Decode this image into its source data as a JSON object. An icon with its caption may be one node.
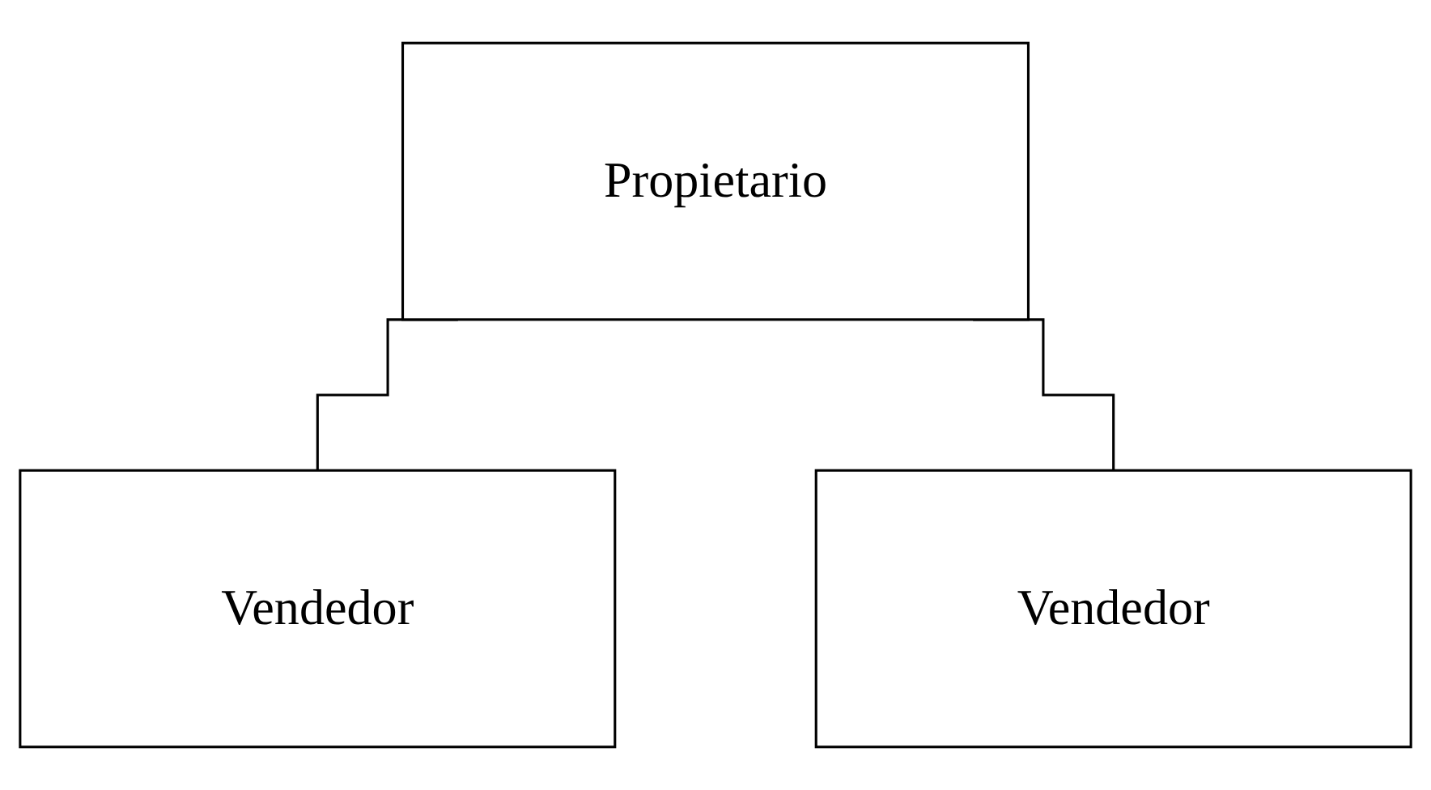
{
  "diagram": {
    "nodes": [
      {
        "text": [
          "Propietario"
        ]
      },
      {
        "text": [
          "Vendedor"
        ]
      },
      {
        "text": [
          "Vendedor"
        ]
      }
    ],
    "edges": [
      {
        "from": 0,
        "to": 1,
        "arrow": "none"
      },
      {
        "from": 0,
        "to": 2,
        "arrow": "none"
      }
    ]
  }
}
